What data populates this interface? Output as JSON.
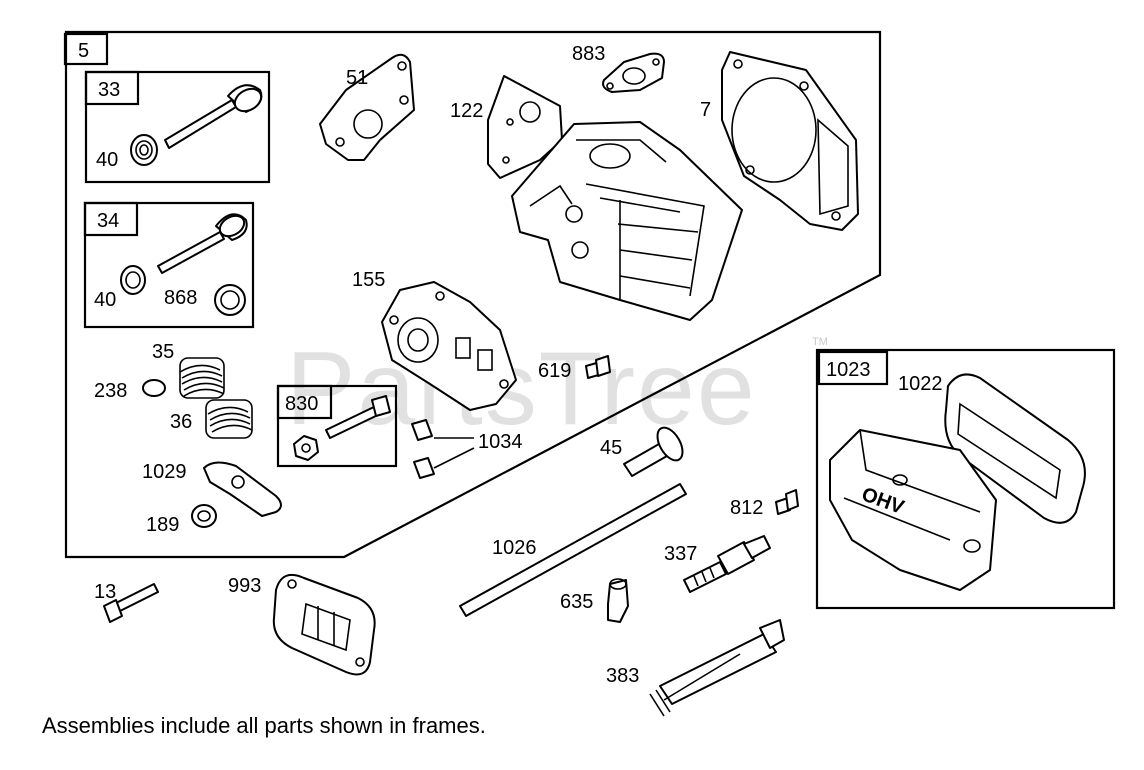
{
  "watermark": "PartsTree",
  "trademark": "TM",
  "footnote": "Assemblies include all parts shown in frames.",
  "frames": {
    "f5": "5",
    "f33": "33",
    "f34": "34",
    "f830": "830",
    "f1023": "1023"
  },
  "parts": {
    "p51": "51",
    "p883": "883",
    "p122": "122",
    "p7": "7",
    "p40a": "40",
    "p40b": "40",
    "p868": "868",
    "p155": "155",
    "p35": "35",
    "p238": "238",
    "p36": "36",
    "p619": "619",
    "p1034": "1034",
    "p1029": "1029",
    "p189": "189",
    "p45": "45",
    "p812": "812",
    "p1026": "1026",
    "p337": "337",
    "p635": "635",
    "p13": "13",
    "p993": "993",
    "p383": "383",
    "p1022": "1022"
  },
  "cover_text": "OHV"
}
